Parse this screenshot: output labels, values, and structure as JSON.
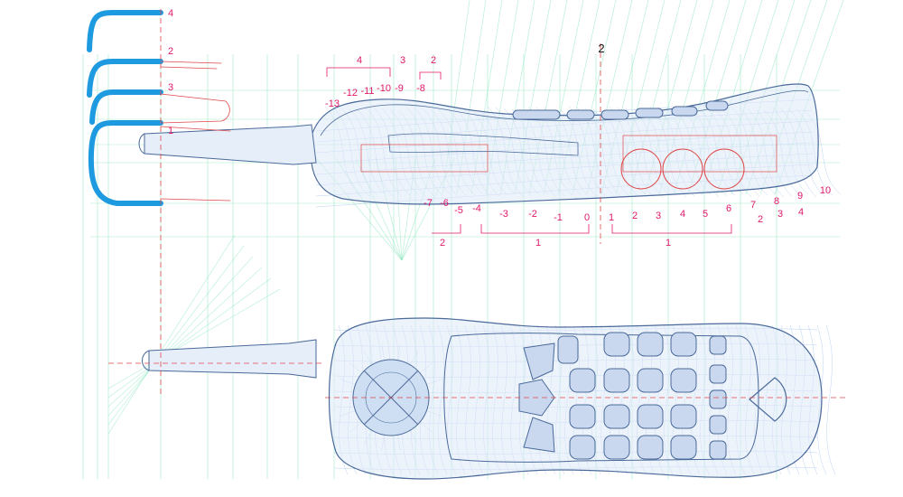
{
  "colors": {
    "label": "#e0186a",
    "title": "#111111",
    "construction": "#7fe3b8",
    "body_fill": "#dce8f6",
    "body_stroke": "#4a6a9a",
    "mesh": "#8fb3e8",
    "accent_blue": "#1e9ae0",
    "red_line": "#e04848"
  },
  "title_number": "2",
  "section_markers": [
    {
      "id": "4",
      "text": "4"
    },
    {
      "id": "2",
      "text": "2"
    },
    {
      "id": "3",
      "text": "3"
    },
    {
      "id": "1",
      "text": "1"
    }
  ],
  "group_labels": {
    "top_a": "4",
    "top_b": "3",
    "top_c": "2",
    "lower_a": "2",
    "lower_b": "1",
    "lower_c": "1"
  },
  "upper_stations": [
    "-13",
    "-12",
    "-11",
    "-10",
    "-9",
    "-8"
  ],
  "lower_stations": [
    "-7",
    "-6",
    "-5",
    "-4",
    "-3",
    "-2",
    "-1",
    "0",
    "1",
    "2",
    "3",
    "4",
    "5",
    "6",
    "7",
    "8",
    "9",
    "10"
  ],
  "right_labels": [
    "2",
    "3",
    "4"
  ]
}
